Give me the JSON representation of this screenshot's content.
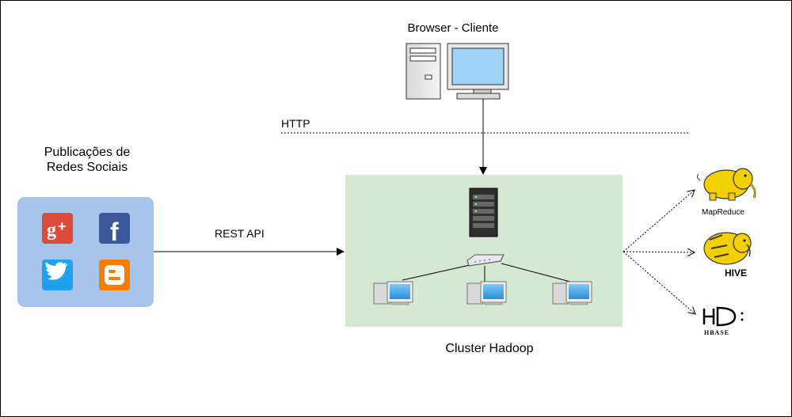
{
  "browser_client": {
    "label": "Browser - Cliente"
  },
  "connections": {
    "http_label": "HTTP",
    "rest_label": "REST API"
  },
  "social_networks": {
    "title": "Publicações de Redes Sociais",
    "icons": [
      "google-plus",
      "facebook",
      "twitter",
      "blogger"
    ]
  },
  "cluster": {
    "label": "Cluster Hadoop"
  },
  "tools": {
    "mapreduce_label": "MapReduce",
    "hive_logo_text": "HIVE",
    "hbase_logo_text": "HBASE"
  },
  "colors": {
    "social_panel": "#a9c4eb",
    "cluster_panel": "#d5e8d4",
    "google_plus": "#dd4b39",
    "facebook": "#3b5998",
    "twitter": "#1da1f2",
    "blogger": "#f57d00",
    "hadoop_yellow": "#f2d000"
  }
}
